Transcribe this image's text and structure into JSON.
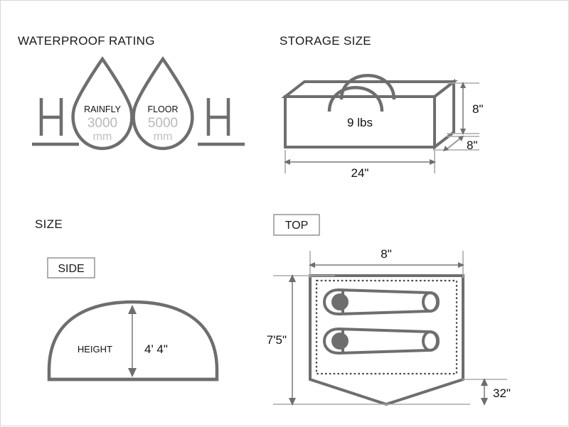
{
  "page": {
    "background": "#ffffff",
    "line_color": "#6e6e6e",
    "dim_color": "#9a9a9a",
    "text_color": "#111111",
    "muted_text_color": "#bbbbbb"
  },
  "sections": {
    "waterproof": {
      "heading": "WATERPROOF RATING",
      "left_symbol": "H",
      "right_symbol": "H",
      "droplets": [
        {
          "label": "RAINFLY",
          "value": "3000",
          "unit": "mm"
        },
        {
          "label": "FLOOR",
          "value": "5000",
          "unit": "mm"
        }
      ]
    },
    "storage": {
      "heading": "STORAGE SIZE",
      "weight": "9 lbs",
      "dimensions": {
        "height": "8\"",
        "depth": "8\"",
        "width": "24\""
      }
    },
    "size": {
      "heading": "SIZE",
      "side": {
        "badge": "SIDE",
        "height_label": "HEIGHT",
        "height_value": "4' 4\""
      }
    },
    "top": {
      "badge": "TOP",
      "dimensions": {
        "width": "8\"",
        "length": "7'5\"",
        "vestibule": "32\""
      },
      "sleeping_bags": 2
    }
  }
}
